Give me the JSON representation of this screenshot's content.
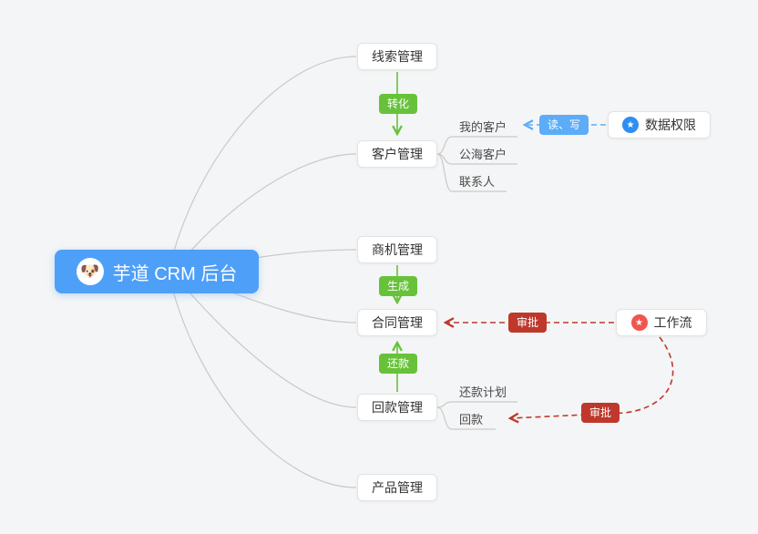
{
  "colors": {
    "background": "#f4f5f6",
    "root_bg": "#4e9ff8",
    "node_border": "#e3e3e3",
    "branch_line": "#c9c9c9",
    "green": "#67c23a",
    "blue": "#5cacf8",
    "red": "#bf382c",
    "permission_icon_bg": "#2f8ef5",
    "workflow_icon_bg": "#f0564f"
  },
  "root": {
    "label": "芋道 CRM 后台",
    "icon": "🐶"
  },
  "nodes": {
    "clue": {
      "label": "线索管理"
    },
    "customer": {
      "label": "客户管理"
    },
    "business": {
      "label": "商机管理"
    },
    "contract": {
      "label": "合同管理"
    },
    "receivable": {
      "label": "回款管理"
    },
    "product": {
      "label": "产品管理"
    },
    "permission": {
      "label": "数据权限",
      "icon": "★"
    },
    "workflow": {
      "label": "工作流",
      "icon": "★"
    }
  },
  "subnodes": {
    "my_customer": {
      "label": "我的客户"
    },
    "pool_customer": {
      "label": "公海客户"
    },
    "contact": {
      "label": "联系人"
    },
    "repay_plan": {
      "label": "还款计划"
    },
    "receipt": {
      "label": "回款"
    }
  },
  "edges": {
    "convert": {
      "label": "转化"
    },
    "generate": {
      "label": "生成"
    },
    "repay": {
      "label": "还款"
    },
    "read_write": {
      "label": "读、写"
    },
    "approve_contract": {
      "label": "审批"
    },
    "approve_receipt": {
      "label": "审批"
    }
  }
}
